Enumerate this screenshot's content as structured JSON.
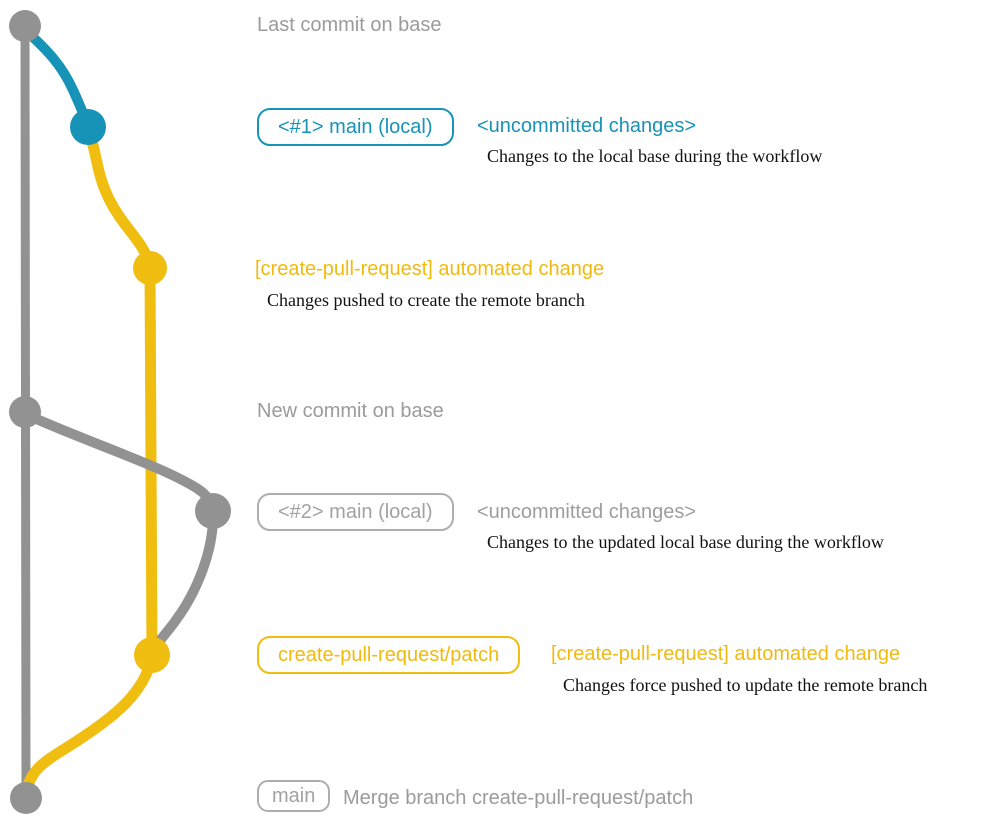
{
  "colors": {
    "teal": "#1793b7",
    "yellow_line": "#f0be10",
    "yellow_text": "#f0ba10",
    "gray_graph": "#929292",
    "gray_text": "#9b9b9b",
    "description_text": "#111111"
  },
  "graph": {
    "branches": [
      {
        "name": "base (main remote)",
        "color": "#929292"
      },
      {
        "name": "main (local)",
        "color": "#1793b7"
      },
      {
        "name": "create-pull-request/patch",
        "color": "#f0be10"
      }
    ],
    "nodes": [
      {
        "name": "last-commit-on-base",
        "color": "#929292"
      },
      {
        "name": "local-main-commit-1",
        "color": "#1793b7"
      },
      {
        "name": "patch-branch-commit-1",
        "color": "#f0be10"
      },
      {
        "name": "new-commit-on-base",
        "color": "#929292"
      },
      {
        "name": "local-main-commit-2",
        "color": "#929292"
      },
      {
        "name": "patch-branch-commit-2",
        "color": "#f0be10"
      },
      {
        "name": "merge-commit",
        "color": "#929292"
      }
    ]
  },
  "annotations": {
    "last_commit": {
      "label": "Last commit on base"
    },
    "group1": {
      "badge": "<#1> main (local)",
      "status": "<uncommitted changes>",
      "desc": "Changes to the local base during the workflow"
    },
    "push1": {
      "headline": "[create-pull-request] automated change",
      "desc": "Changes pushed to create the remote branch"
    },
    "new_commit": {
      "label": "New commit on base"
    },
    "group2": {
      "badge": "<#2> main (local)",
      "status": "<uncommitted changes>",
      "desc": "Changes to the updated local base during the workflow"
    },
    "push2": {
      "badge": "create-pull-request/patch",
      "headline": "[create-pull-request] automated change",
      "desc": "Changes force pushed to update the remote branch"
    },
    "merge": {
      "badge": "main",
      "message": "Merge branch create-pull-request/patch"
    }
  }
}
